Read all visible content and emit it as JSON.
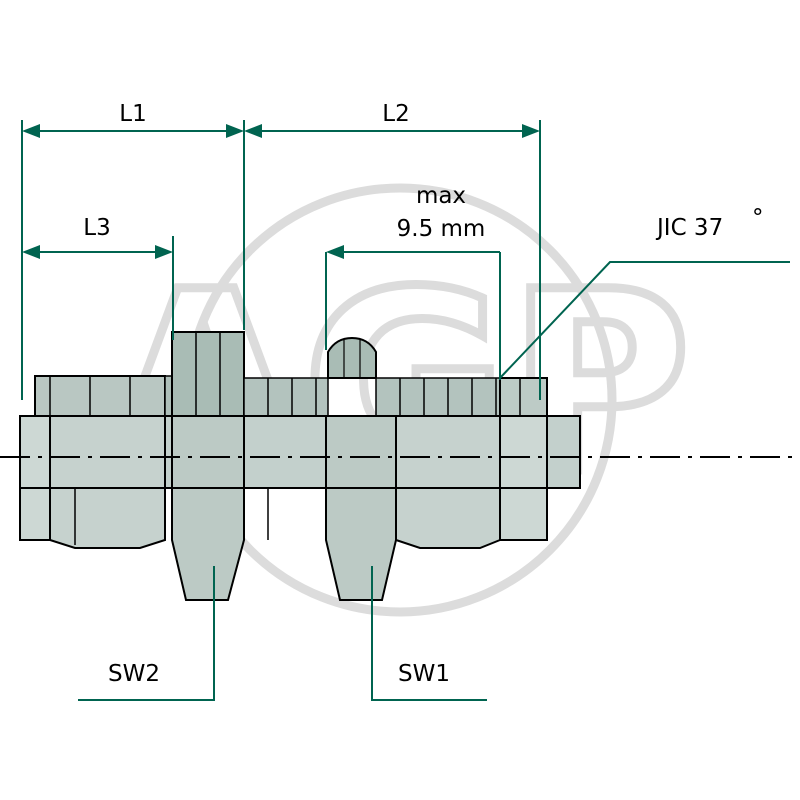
{
  "diagram": {
    "title": "JIC 37 straight union technical drawing",
    "watermark": "AGP",
    "colors": {
      "line": "#006450",
      "metal_light": "#cfdad6",
      "metal_mid": "#b6c5c0",
      "metal_dark": "#9fb3ad",
      "outline": "#000000",
      "watermark": "#d8d8d8"
    },
    "labels": {
      "l1": "L1",
      "l2": "L2",
      "l3": "L3",
      "max_line1": "max",
      "max_line2": "9.5 mm",
      "jic": "JIC 37",
      "jic_degree": "°",
      "sw2": "SW2",
      "sw1": "SW1"
    }
  }
}
